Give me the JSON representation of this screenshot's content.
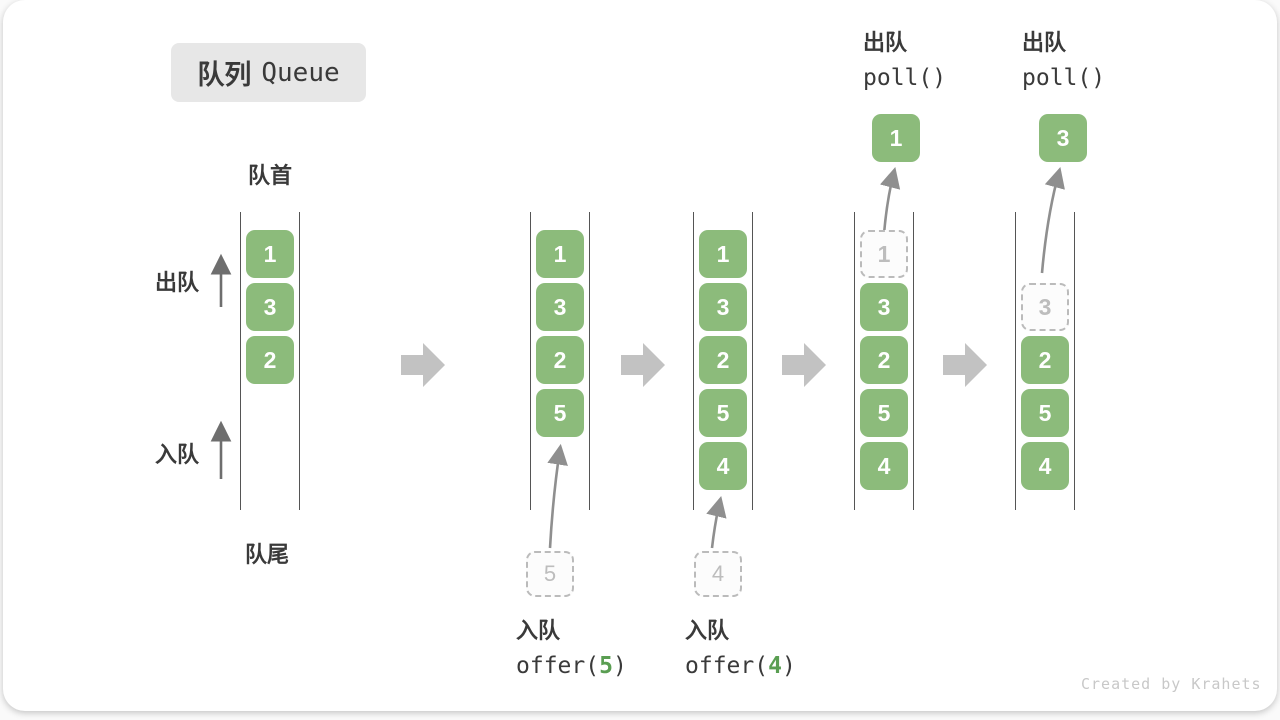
{
  "title": {
    "zh": "队列",
    "en": "Queue"
  },
  "labels": {
    "front": "队首",
    "rear": "队尾",
    "dequeue": "出队",
    "enqueue": "入队"
  },
  "queues": [
    {
      "items": [
        {
          "value": "1"
        },
        {
          "value": "3"
        },
        {
          "value": "2"
        }
      ]
    },
    {
      "items": [
        {
          "value": "1"
        },
        {
          "value": "3"
        },
        {
          "value": "2"
        },
        {
          "value": "5"
        }
      ]
    },
    {
      "items": [
        {
          "value": "1"
        },
        {
          "value": "3"
        },
        {
          "value": "2"
        },
        {
          "value": "5"
        },
        {
          "value": "4"
        }
      ]
    },
    {
      "items": [
        {
          "value": "1",
          "style": "dashed"
        },
        {
          "value": "3"
        },
        {
          "value": "2"
        },
        {
          "value": "5"
        },
        {
          "value": "4"
        }
      ]
    },
    {
      "items": [
        {
          "value": "3",
          "style": "dashed"
        },
        {
          "value": "2"
        },
        {
          "value": "5"
        },
        {
          "value": "4"
        }
      ]
    }
  ],
  "operations": {
    "enqueue5": {
      "label": "入队",
      "code_prefix": "offer(",
      "arg": "5",
      "code_suffix": ")",
      "box_value": "5"
    },
    "enqueue4": {
      "label": "入队",
      "code_prefix": "offer(",
      "arg": "4",
      "code_suffix": ")",
      "box_value": "4"
    },
    "poll1": {
      "label": "出队",
      "code": "poll()",
      "value": "1"
    },
    "poll2": {
      "label": "出队",
      "code": "poll()",
      "value": "3"
    }
  },
  "watermark": "Created by Krahets",
  "colors": {
    "box_green": "#8cbb7b",
    "code_green": "#5a9e52",
    "block_arrow_gray": "#c2c2c2",
    "thin_arrow_gray": "#8f8f8f",
    "channel_line": "#555555",
    "text_dark": "#3a3a3a",
    "dashed_border": "#bbbbbb",
    "badge_bg": "#e7e7e7"
  }
}
